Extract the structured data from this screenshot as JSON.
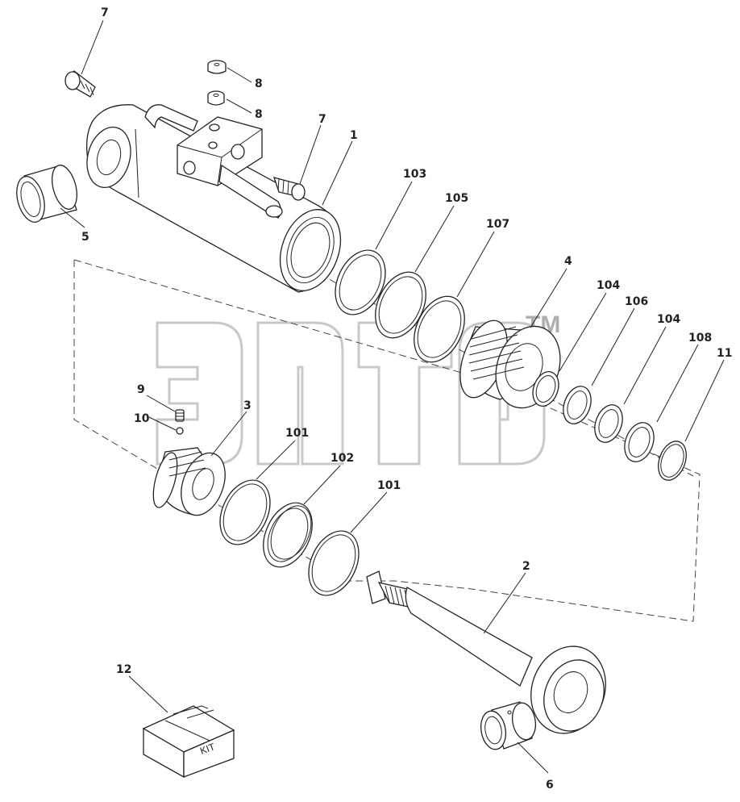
{
  "watermark": {
    "trademark": "TM"
  },
  "kit_box_text": "KIT",
  "callouts": [
    {
      "id": "c-7a",
      "label": "7"
    },
    {
      "id": "c-8a",
      "label": "8"
    },
    {
      "id": "c-8b",
      "label": "8"
    },
    {
      "id": "c-7b",
      "label": "7"
    },
    {
      "id": "c-1",
      "label": "1"
    },
    {
      "id": "c-103",
      "label": "103"
    },
    {
      "id": "c-105",
      "label": "105"
    },
    {
      "id": "c-107",
      "label": "107"
    },
    {
      "id": "c-4",
      "label": "4"
    },
    {
      "id": "c-104a",
      "label": "104"
    },
    {
      "id": "c-106",
      "label": "106"
    },
    {
      "id": "c-104b",
      "label": "104"
    },
    {
      "id": "c-108",
      "label": "108"
    },
    {
      "id": "c-11",
      "label": "11"
    },
    {
      "id": "c-5",
      "label": "5"
    },
    {
      "id": "c-9",
      "label": "9"
    },
    {
      "id": "c-10",
      "label": "10"
    },
    {
      "id": "c-3",
      "label": "3"
    },
    {
      "id": "c-101a",
      "label": "101"
    },
    {
      "id": "c-102",
      "label": "102"
    },
    {
      "id": "c-101b",
      "label": "101"
    },
    {
      "id": "c-2",
      "label": "2"
    },
    {
      "id": "c-12",
      "label": "12"
    },
    {
      "id": "c-6",
      "label": "6"
    }
  ]
}
